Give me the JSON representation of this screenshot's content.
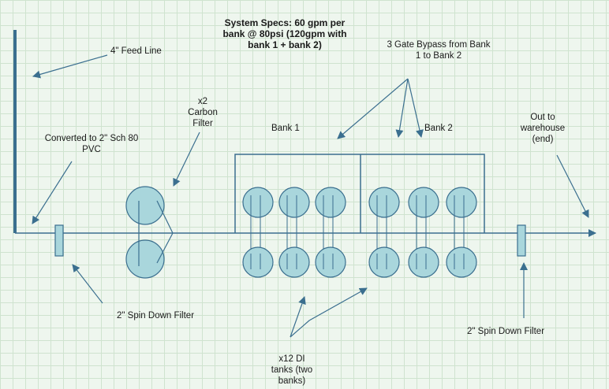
{
  "diagram": {
    "labels": {
      "specs": [
        "System Specs: 60 gpm per",
        "bank @ 80psi (120gpm with",
        "bank 1 + bank 2)"
      ],
      "feed_line": "4\" Feed Line",
      "bypass": [
        "3 Gate Bypass from Bank",
        "1 to Bank 2"
      ],
      "carbon": [
        "x2",
        "Carbon",
        "Filter"
      ],
      "bank1": "Bank 1",
      "bank2": "Bank 2",
      "out": [
        "Out to",
        "warehouse",
        "(end)"
      ],
      "converted": [
        "Converted to 2\" Sch 80",
        "PVC"
      ],
      "spin_left": "2\" Spin Down Filter",
      "spin_right": "2\" Spin Down Filter",
      "di_tanks": [
        "x12 DI",
        "tanks (two",
        "banks)"
      ]
    },
    "colors": {
      "line": "#3b6f8f",
      "tank_fill": "#a9d6dc",
      "tank_stroke": "#3b6f8f",
      "grid": "#cfe3cf",
      "background": "#eef6ee"
    }
  }
}
